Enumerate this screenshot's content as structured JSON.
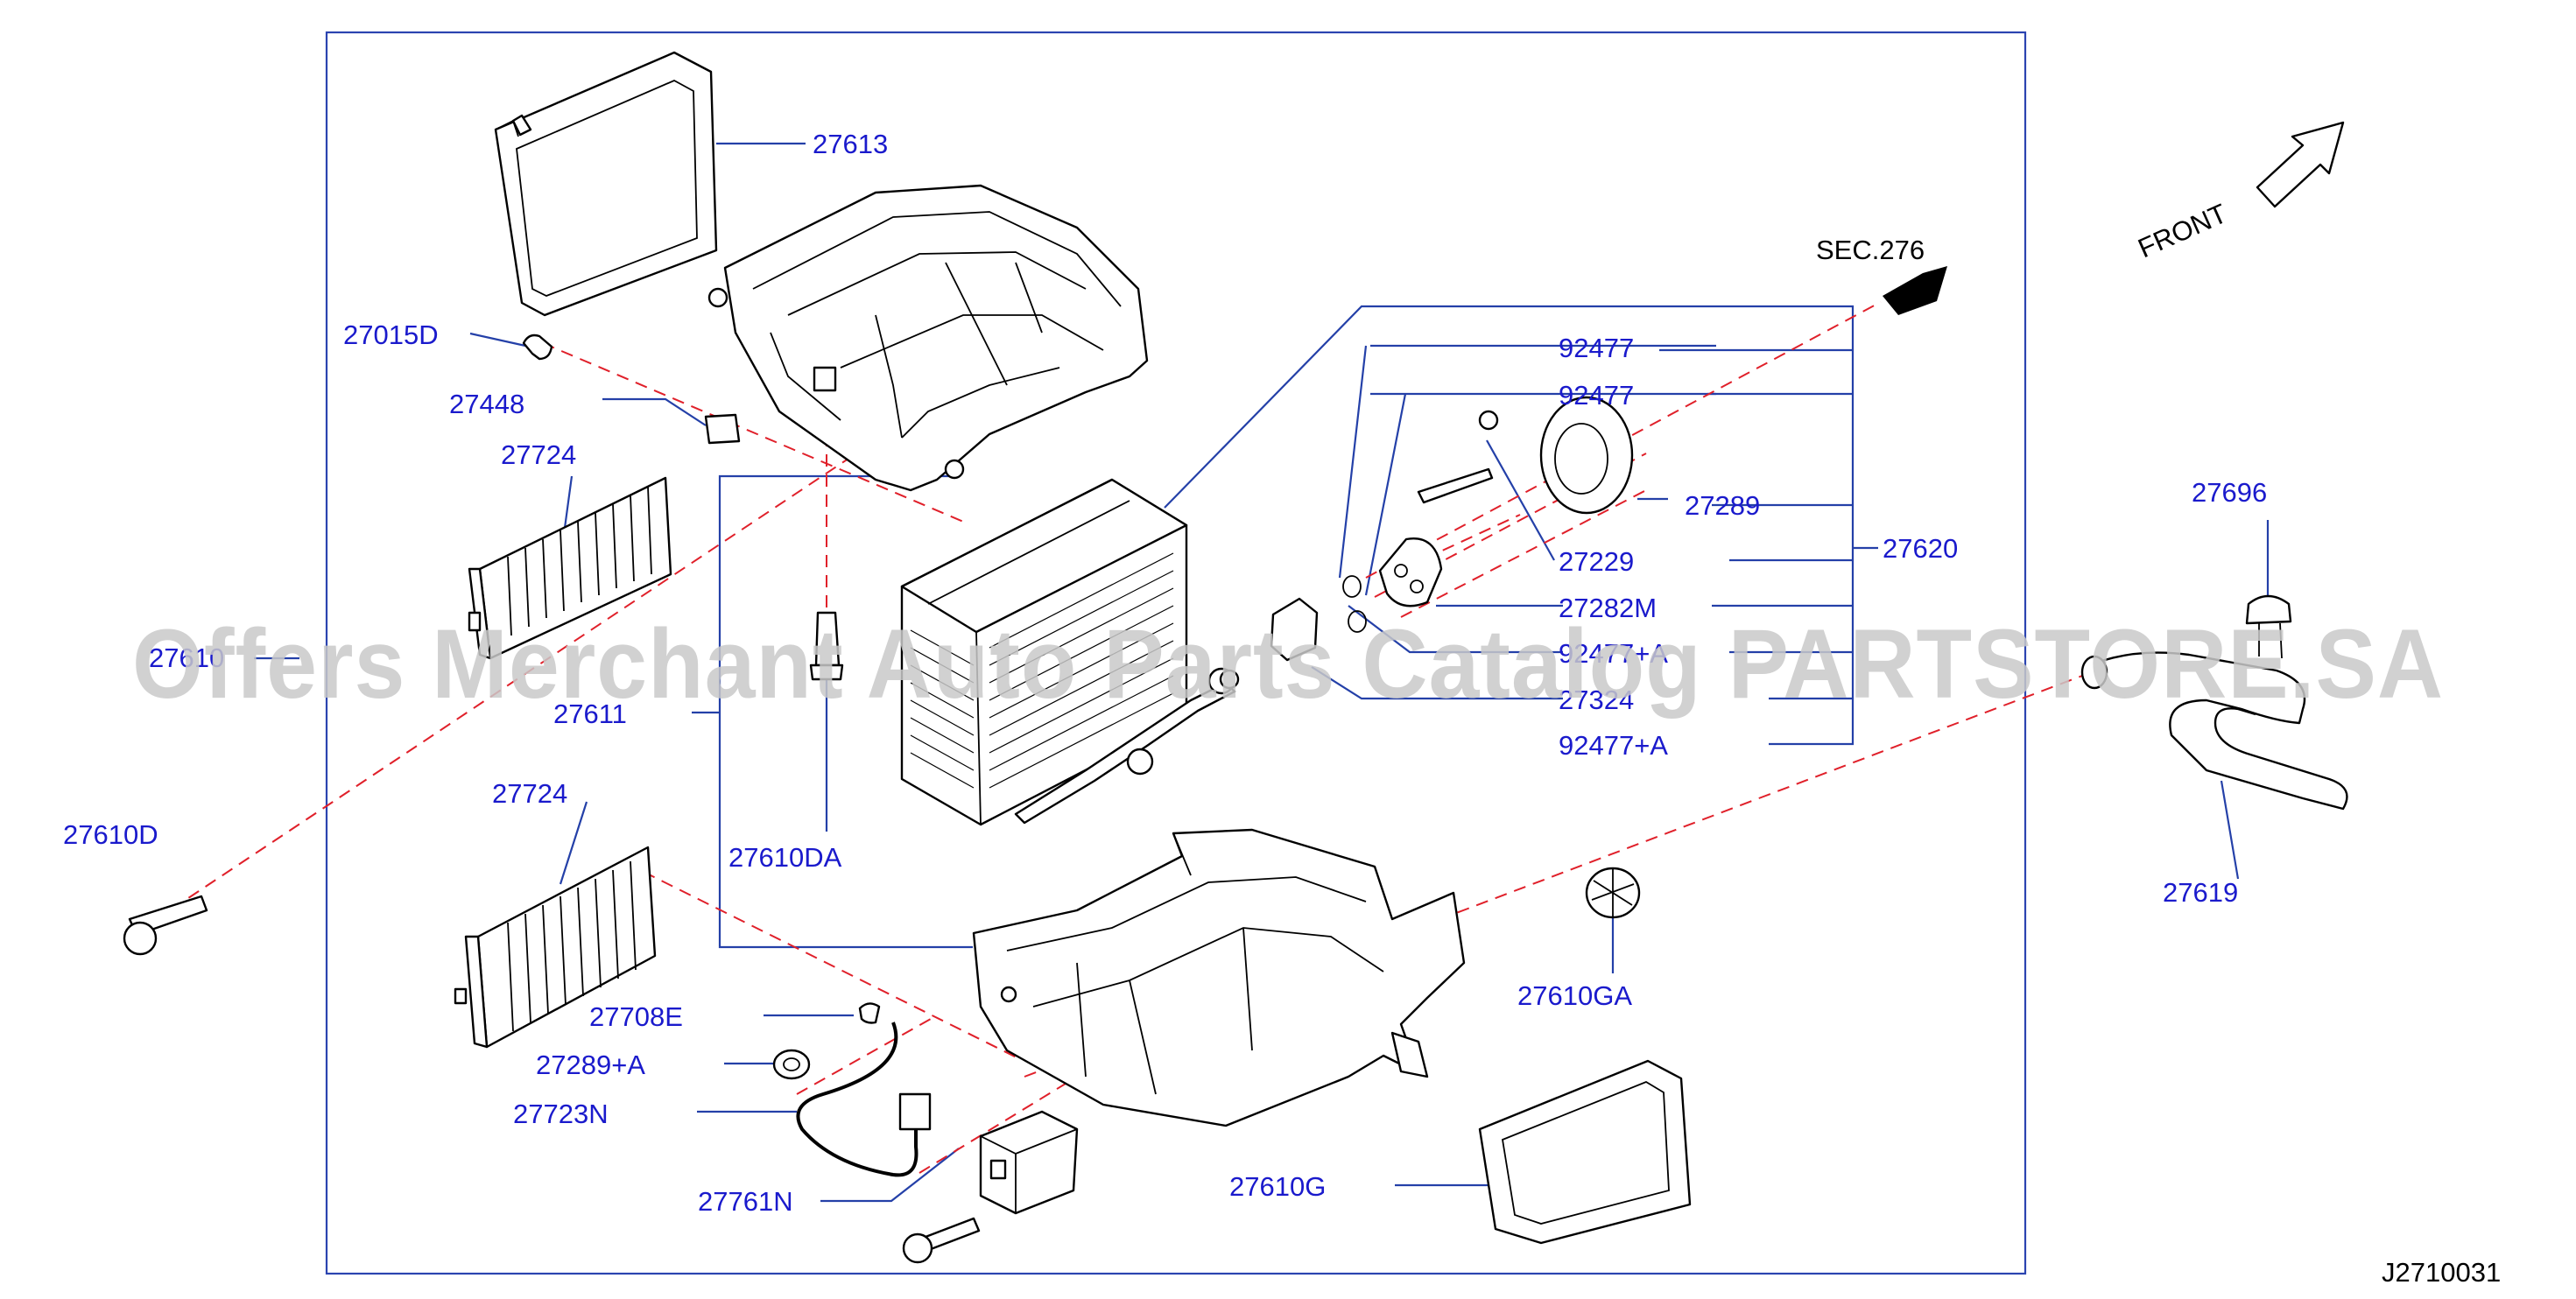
{
  "diagram_code": "J2710031",
  "watermark": "Offers Merchant Auto Parts Catalog PARTSTORE.SA",
  "orientation_label": "FRONT",
  "section_ref": "SEC.276",
  "colors": {
    "callout": "#1a1acc",
    "leader": "#2440a8",
    "dashed": "#e0202a",
    "frame": "#2b44b0",
    "watermark": "#c9c9c9",
    "ink": "#000000"
  },
  "callouts": {
    "c27613": "27613",
    "c27015D": "27015D",
    "c27448": "27448",
    "c27724a": "27724",
    "c27610": "27610",
    "c27611": "27611",
    "c27610D": "27610D",
    "c27610DA": "27610DA",
    "c27724b": "27724",
    "c27708E": "27708E",
    "c27289A": "27289+A",
    "c27723N": "27723N",
    "c27761N": "27761N",
    "c27610G": "27610G",
    "c27610GA": "27610GA",
    "c92477a": "92477",
    "c92477b": "92477",
    "c27289": "27289",
    "c27229": "27229",
    "c27282M": "27282M",
    "c92477Aa": "92477+A",
    "c27324": "27324",
    "c92477Ab": "92477+A",
    "c27620": "27620",
    "c27696": "27696",
    "c27619": "27619"
  }
}
